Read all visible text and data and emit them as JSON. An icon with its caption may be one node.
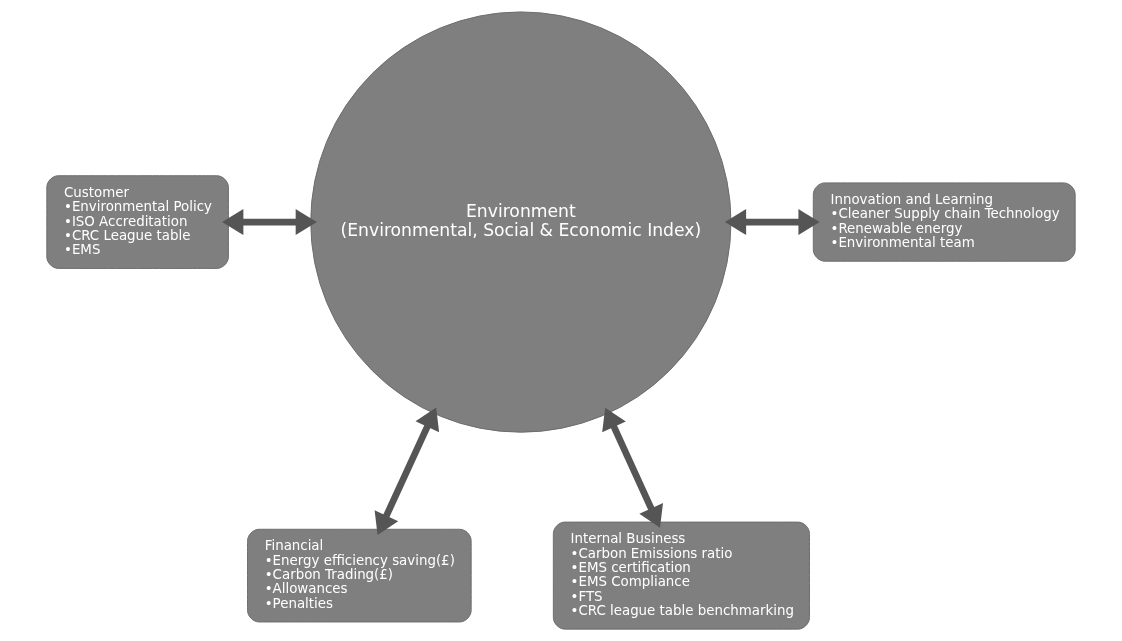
{
  "diagram": {
    "nodes": [
      {
        "text": [
          "Financial",
          "•Energy efficiency saving(£)",
          "•Carbon Trading(£)",
          "•Allowances",
          "•Penalties"
        ]
      },
      {
        "text": [
          "Internal Business",
          "•Carbon Emissions ratio",
          "•EMS certification",
          "•EMS Compliance",
          "•FTS",
          "•CRC league table benchmarking"
        ]
      },
      {
        "text": [
          "Customer",
          "•Environmental Policy",
          "•ISO Accreditation",
          "•CRC League table",
          "•EMS"
        ]
      },
      {
        "text": [
          "Environment",
          "(Environmental, Social & Economic Index)"
        ]
      },
      {
        "text": [
          "Innovation and Learning",
          "•Cleaner Supply chain Technology",
          "•Renewable energy",
          "•Environmental team"
        ]
      }
    ],
    "edges": [
      {
        "from": 3,
        "to": 0,
        "arrow": "both"
      },
      {
        "from": 3,
        "to": 1,
        "arrow": "both"
      },
      {
        "from": 2,
        "to": 3,
        "arrow": "both"
      },
      {
        "from": 3,
        "to": 4,
        "arrow": "both"
      }
    ]
  }
}
